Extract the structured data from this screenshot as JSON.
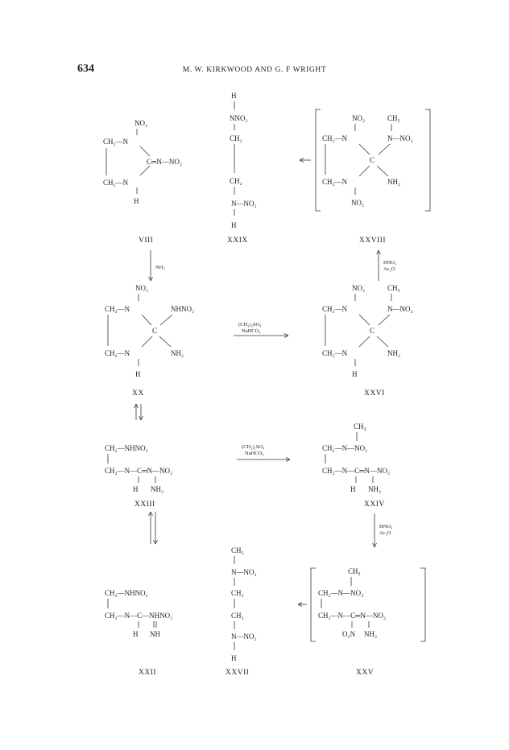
{
  "header": {
    "page_number": "634",
    "running_head": "M. W. KIRKWOOD AND G. F WRIGHT"
  },
  "compounds": {
    "viii": "VIII",
    "xxix": "XXIX",
    "xxviii": "XXVIII",
    "xx": "XX",
    "xxvi": "XXVI",
    "xxiii": "XXIII",
    "xxiv": "XXIV",
    "xxii": "XXII",
    "xxvii": "XXVII",
    "xxv": "XXV"
  },
  "reagents": {
    "ammonia": "NH₃",
    "nitration_1": "HNO₃",
    "nitration_1b": "Ac₂O",
    "methylation_1": "(CH₃)₂SO₄",
    "methylation_1b": "NaHCO₃",
    "methylation_2": "(CH₃)₂SO₄",
    "methylation_2b": "NaHCO₃",
    "nitration_2": "HNO₃",
    "nitration_2b": "Ac₂O"
  },
  "groups": {
    "no2": "NO₂",
    "ch2": "CH₂",
    "ch3": "CH₃",
    "h": "H",
    "c": "C",
    "nh2": "NH₂",
    "nh": "NH",
    "nhno2": "NHNO₂",
    "nno2": "NNO₂",
    "n_no2": "N—NO₂",
    "eq_n_no2": "C═N—NO₂",
    "ch2_n": "CH₂—N",
    "ch2_nhno2": "CH₂—NHNO₂",
    "ch2_n_c_n_no2": "CH₂—N—C═N—NO₂",
    "ch2_n_c_nhno2": "CH₂—N—C—NHNO₂",
    "ch2_n_no2": "CH₂—N—NO₂",
    "o2n": "O₂N"
  }
}
